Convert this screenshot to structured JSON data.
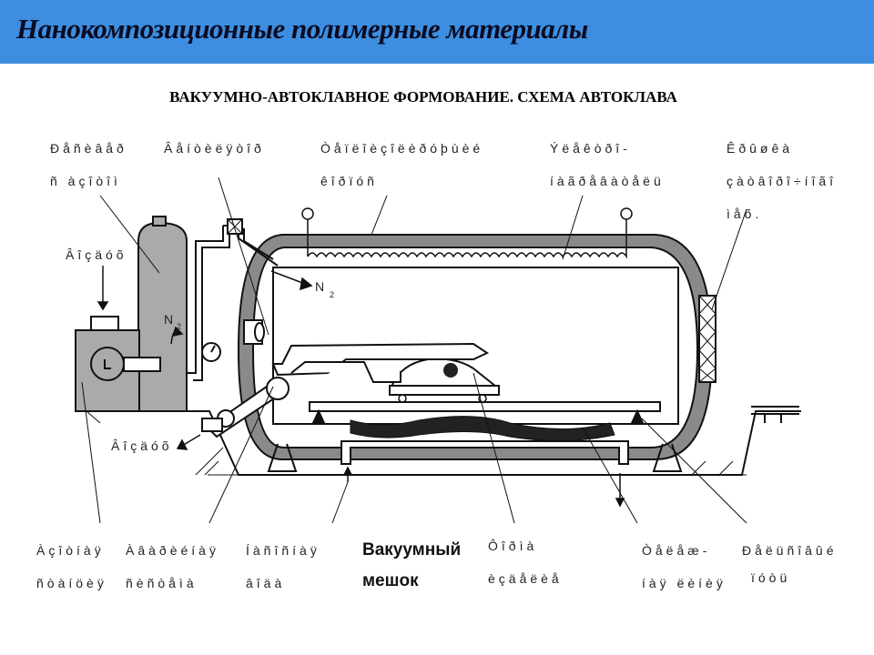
{
  "header": {
    "title": "Нанокомпозиционные полимерные материалы",
    "subtitle": "ВАКУУМНО-АВТОКЛАВНОЕ ФОРМОВАНИЕ. СХЕМА АВТОКЛАВА"
  },
  "diagram": {
    "labels": {
      "receiver_line1": "Ðåñèâåð",
      "receiver_line2": "ñ àçîòîì",
      "fan": "Âåíòèëÿòîð",
      "heating_line1": "Òåïëîèçîëèðóþùèé",
      "heating_line2": "êîðïóñ",
      "heater_line1": "Ýëåêòðî-",
      "heater_line2": "íàãðåâàòåëü",
      "door_line1": "Êðûøêà",
      "door_line2": "çàòâîðî÷íîãî",
      "door_line3": "ìåõ.",
      "air_in": "Âîçäóõ",
      "nitrogen": "N",
      "nitrogen_sub": "2",
      "cylinder_n": "N",
      "cylinder_sub": "2",
      "air_out": "Âîçäóõ",
      "bottom_1_line1": "Àçîòíàÿ",
      "bottom_1_line2": "ñòàíöèÿ",
      "bottom_2_line1": "Àâàðèéíàÿ",
      "bottom_2_line2": "ñèñòåìà",
      "bottom_3_line1": "Íàñîñíàÿ",
      "bottom_3_line2": "âîäà",
      "vacuum_bag_line1": "Вакуумный",
      "vacuum_bag_line2": "мешок",
      "bottom_5_line1": "Ôîðìà",
      "bottom_5_line2": "èçäåëèå",
      "bottom_6_line1": "Òåëåæ-",
      "bottom_6_line2": "íàÿ ëèíèÿ",
      "bottom_7_line1": "Ðåëüñîâûé",
      "bottom_7_line2": "ïóòü"
    }
  }
}
